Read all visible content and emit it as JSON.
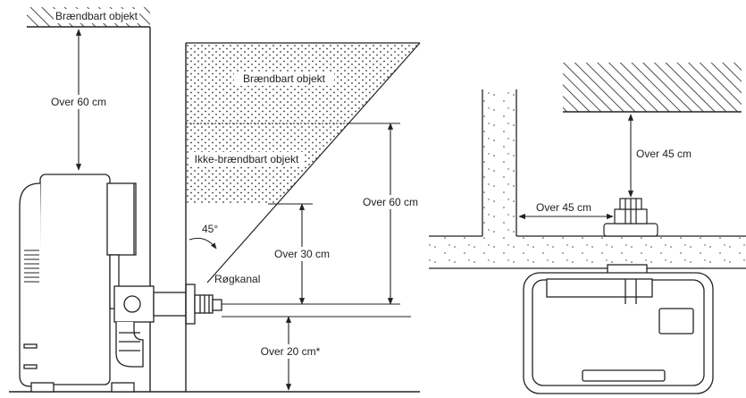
{
  "labels": {
    "combustible_ceiling": "Brændbart objekt",
    "combustible_wall": "Brændbart objekt",
    "noncombustible_wall": "Ikke-brændbart objekt",
    "over_60_left": "Over 60 cm",
    "over_60_right": "Over 60 cm",
    "angle_45": "45°",
    "over_30": "Over 30 cm",
    "flue": "Røgkanal",
    "over_20": "Over 20 cm*",
    "over_45_vertical": "Over 45 cm",
    "over_45_horizontal": "Over 45 cm"
  },
  "colors": {
    "line": "#222222",
    "background": "#ffffff"
  }
}
